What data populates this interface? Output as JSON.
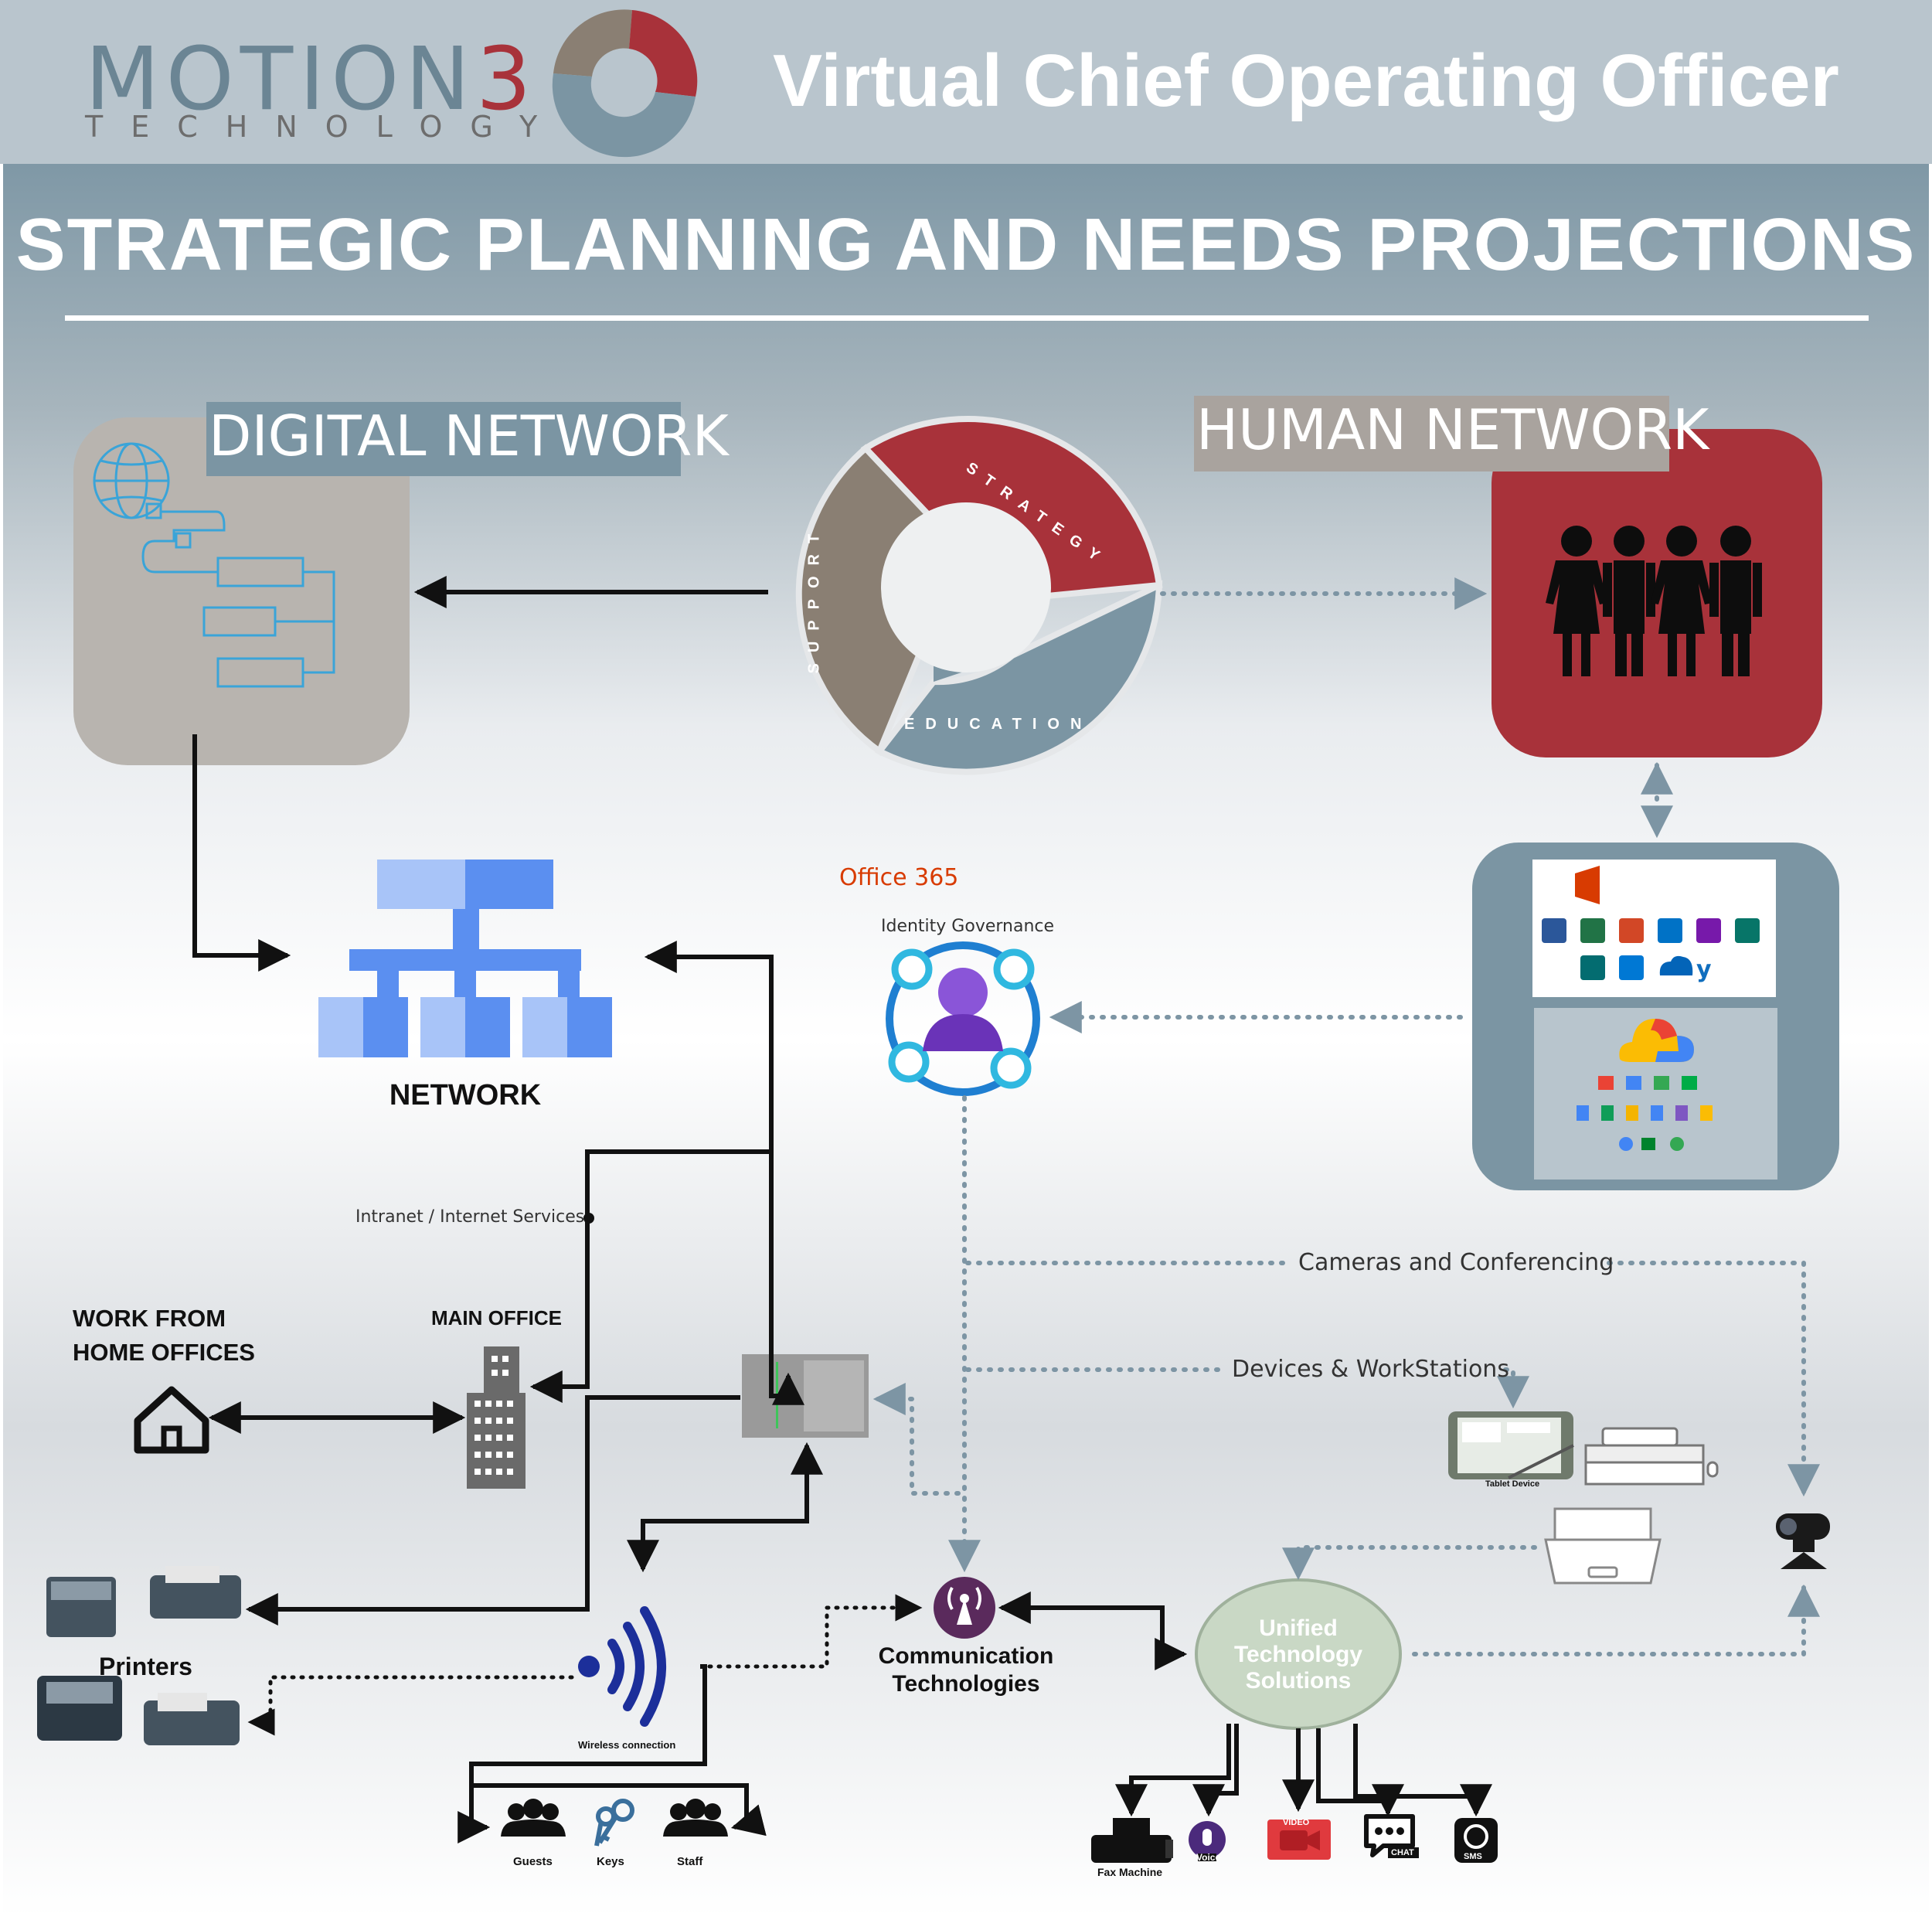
{
  "header": {
    "brand_main": "MOTION",
    "brand_digit": "3",
    "brand_sub": "TECHNOLOGY",
    "title": "Virtual Chief Operating Officer"
  },
  "heading": "STRATEGIC PLANNING AND NEEDS PROJECTIONS",
  "cycle": {
    "segments": [
      "STRATEGY",
      "SUPPORT",
      "EDUCATION"
    ]
  },
  "digital_network": {
    "label": "DIGITAL NETWORK"
  },
  "human_network": {
    "label": "HUMAN NETWORK"
  },
  "network": {
    "label": "NETWORK"
  },
  "identity": {
    "label": "Identity Governance"
  },
  "suites": {
    "office": "Office 365"
  },
  "links": {
    "intranet": "Intranet / Internet Services",
    "cameras": "Cameras and Conferencing",
    "devices": "Devices & WorkStations"
  },
  "locations": {
    "work_from_home_1": "WORK FROM",
    "work_from_home_2": "HOME OFFICES",
    "main_office": "MAIN OFFICE"
  },
  "devices": {
    "printers": "Printers",
    "tablet": "Tablet Device",
    "wireless": "Wireless connection"
  },
  "wireless_users": [
    "Guests",
    "Keys",
    "Staff"
  ],
  "communication": {
    "label_1": "Communication",
    "label_2": "Technologies"
  },
  "uts": {
    "line1": "Unified",
    "line2": "Technology",
    "line3": "Solutions"
  },
  "channels": [
    "Fax Machine",
    "Voice",
    "VIDEO",
    "CHAT",
    "SMS"
  ],
  "colors": {
    "header_band": "#b9c5cd",
    "slate": "#7b95a3",
    "brand_red": "#a8323a",
    "taupe": "#8a7f73",
    "grey_box": "#b8b4af",
    "network_blue": "#5b8ff0",
    "identity_purple": "#7a3fc4",
    "wifi_blue": "#1c2f9a",
    "uts_green": "#c9d8c5"
  }
}
